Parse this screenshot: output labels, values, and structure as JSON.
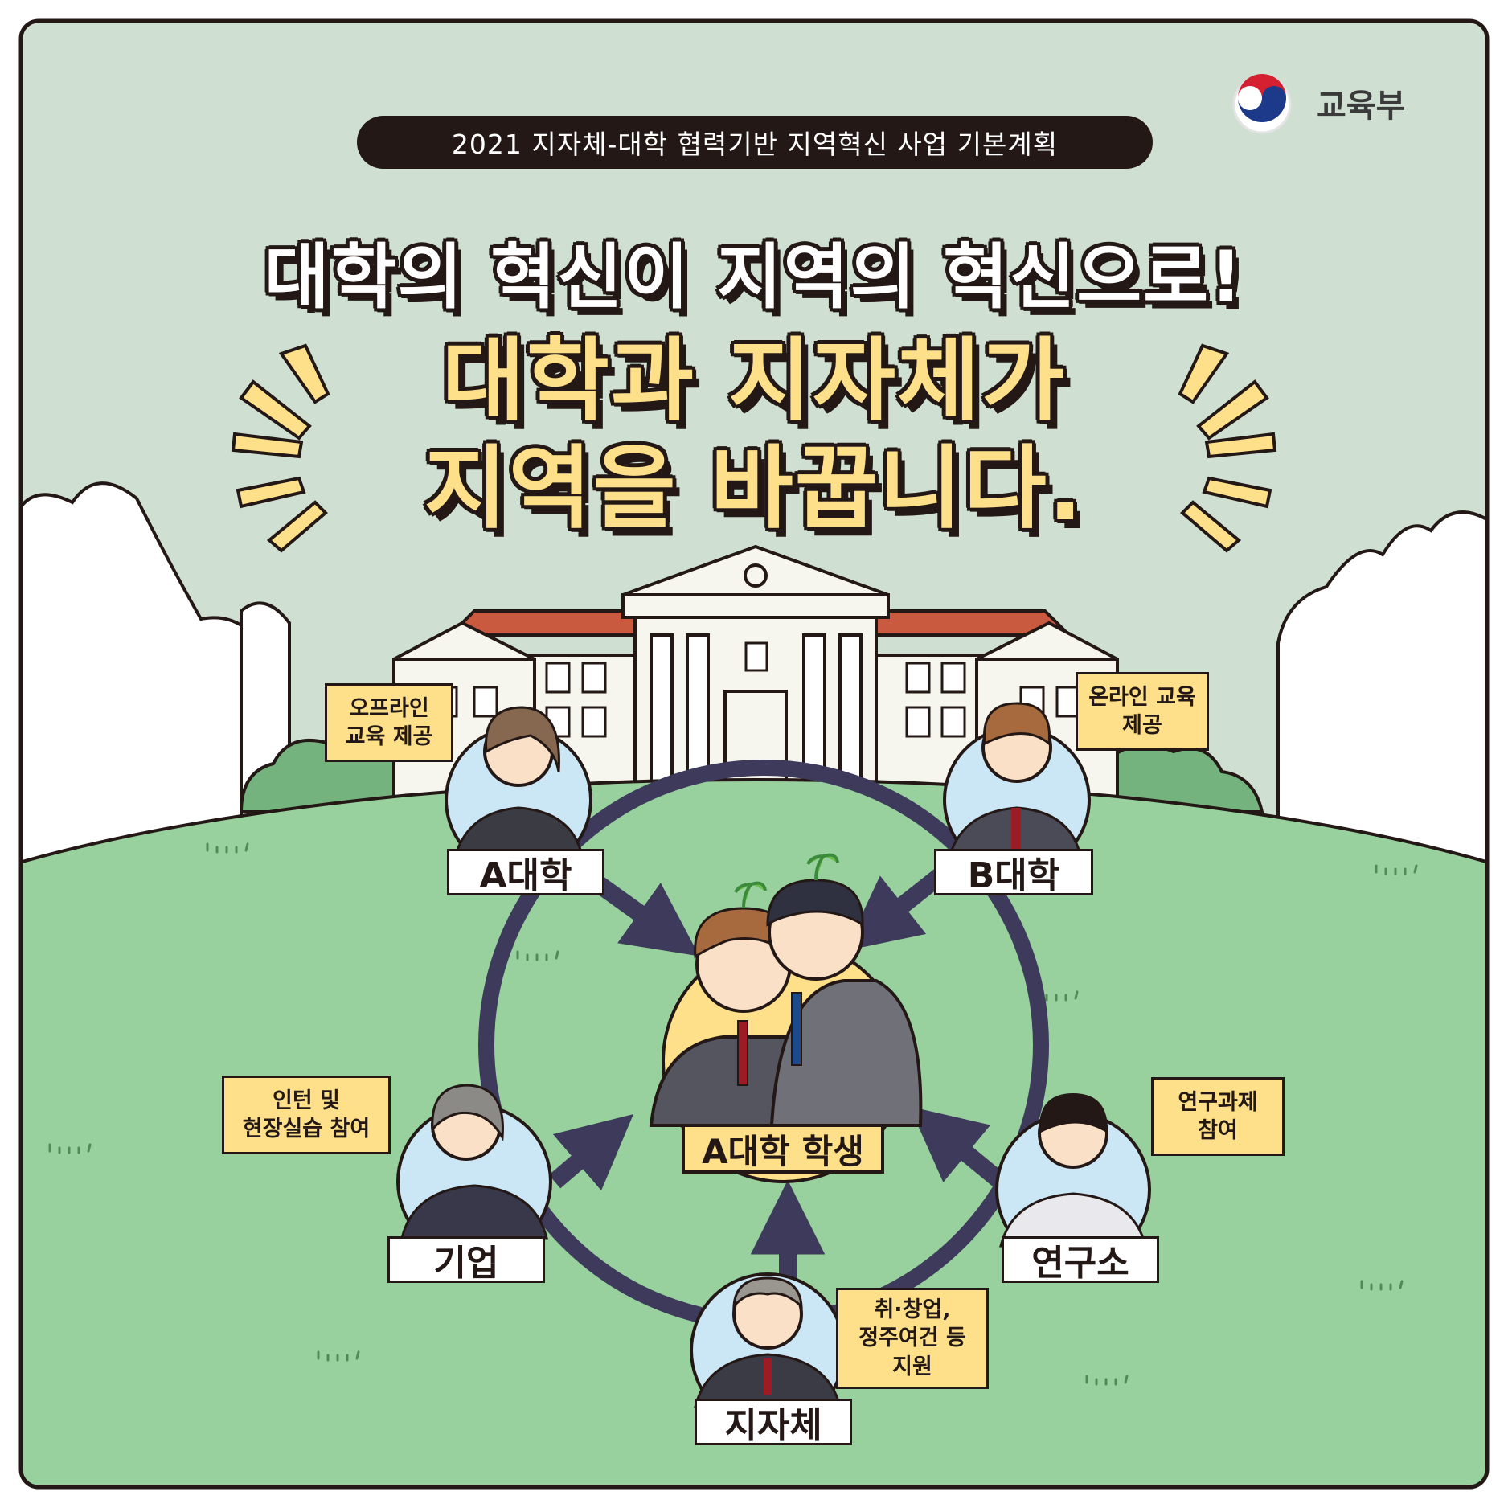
{
  "header": {
    "plan_title": "2021 지자체-대학 협력기반 지역혁신 사업 기본계획",
    "ministry": "교육부",
    "ministry_icon": "taegeuk-emblem-icon"
  },
  "headline": {
    "line1": "대학의 혁신이 지역의 혁신으로!",
    "line2": "대학과 지자체가",
    "line3": "지역을 바꿉니다."
  },
  "diagram": {
    "center": {
      "label": "A대학 학생"
    },
    "nodes": [
      {
        "id": "a_univ",
        "label": "A대학",
        "note": [
          "오프라인",
          "교육 제공"
        ]
      },
      {
        "id": "b_univ",
        "label": "B대학",
        "note": [
          "온라인 교육",
          "제공"
        ]
      },
      {
        "id": "company",
        "label": "기업",
        "note": [
          "인턴 및",
          "현장실습 참여"
        ]
      },
      {
        "id": "institute",
        "label": "연구소",
        "note": [
          "연구과제",
          "참여"
        ]
      },
      {
        "id": "local_gov",
        "label": "지자체",
        "note": [
          "취·창업,",
          "정주여건 등",
          "지원"
        ]
      }
    ]
  },
  "colors": {
    "sky": "#cfe0d3",
    "grass": "#98d19e",
    "dark": "#231815",
    "navy": "#3d3a5c",
    "yellow": "#fde089",
    "roof": "#c9593f",
    "bush": "#74b27e"
  }
}
